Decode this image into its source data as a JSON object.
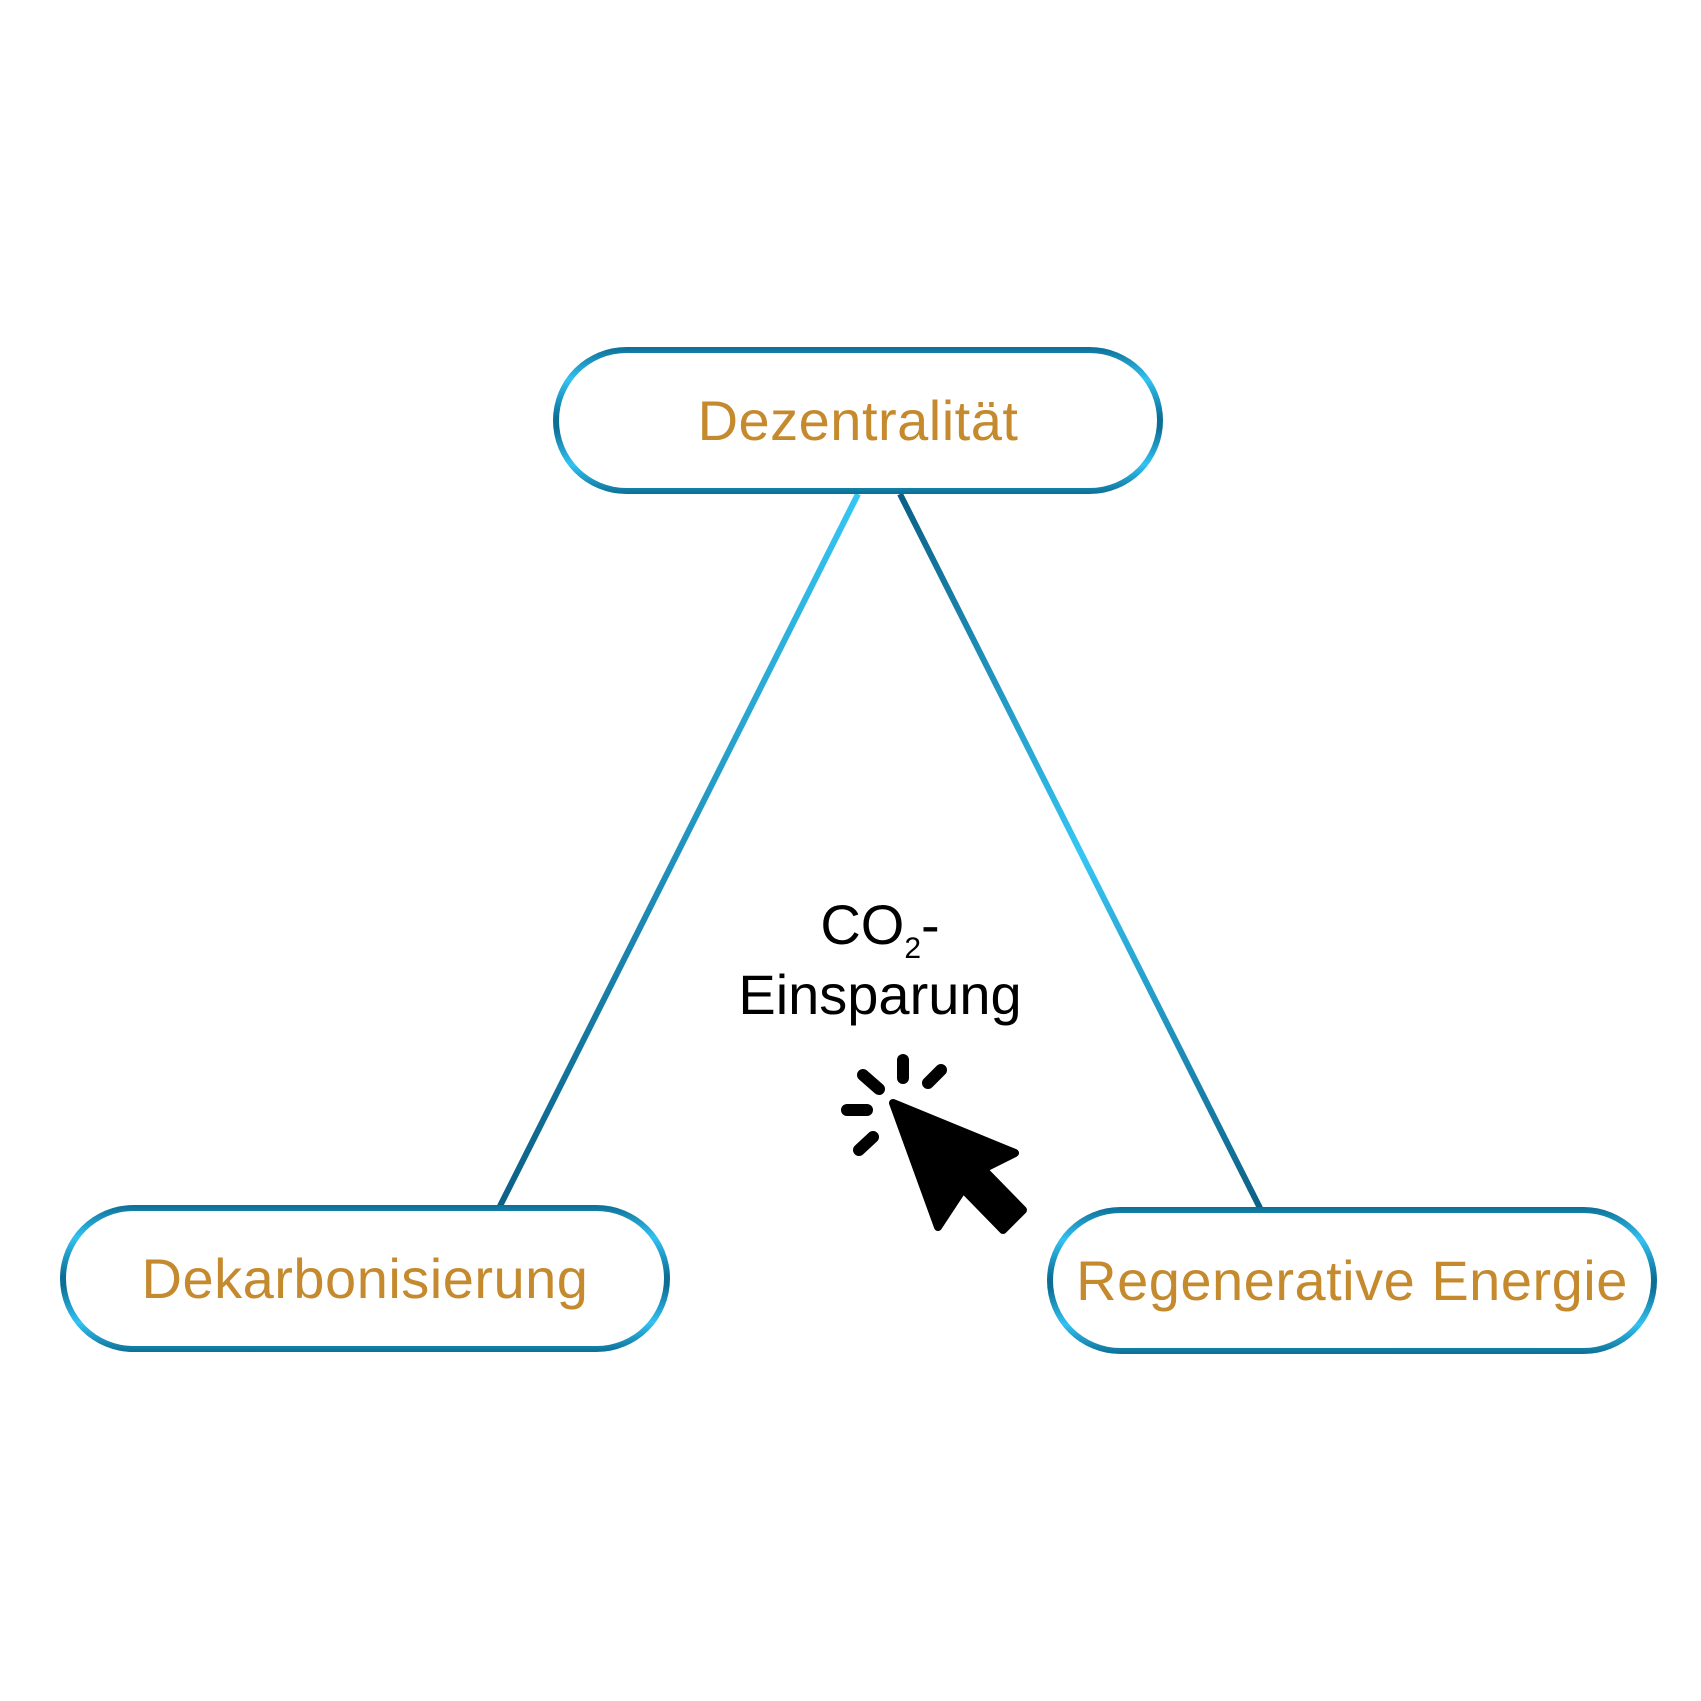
{
  "colors": {
    "label": "#c48a2d",
    "line_dark": "#0b5f84",
    "line_light": "#35c6f5",
    "center_text": "#000000",
    "cursor": "#000000"
  },
  "nodes": {
    "top": {
      "label": "Dezentralität"
    },
    "left": {
      "label": "Dekarbonisierung"
    },
    "right": {
      "label": "Regenerative Energie"
    }
  },
  "center": {
    "line1_main": "CO",
    "line1_sub": "2",
    "line1_suffix": "-",
    "line2": "Einsparung"
  },
  "icons": {
    "cursor": "click-cursor-icon"
  }
}
